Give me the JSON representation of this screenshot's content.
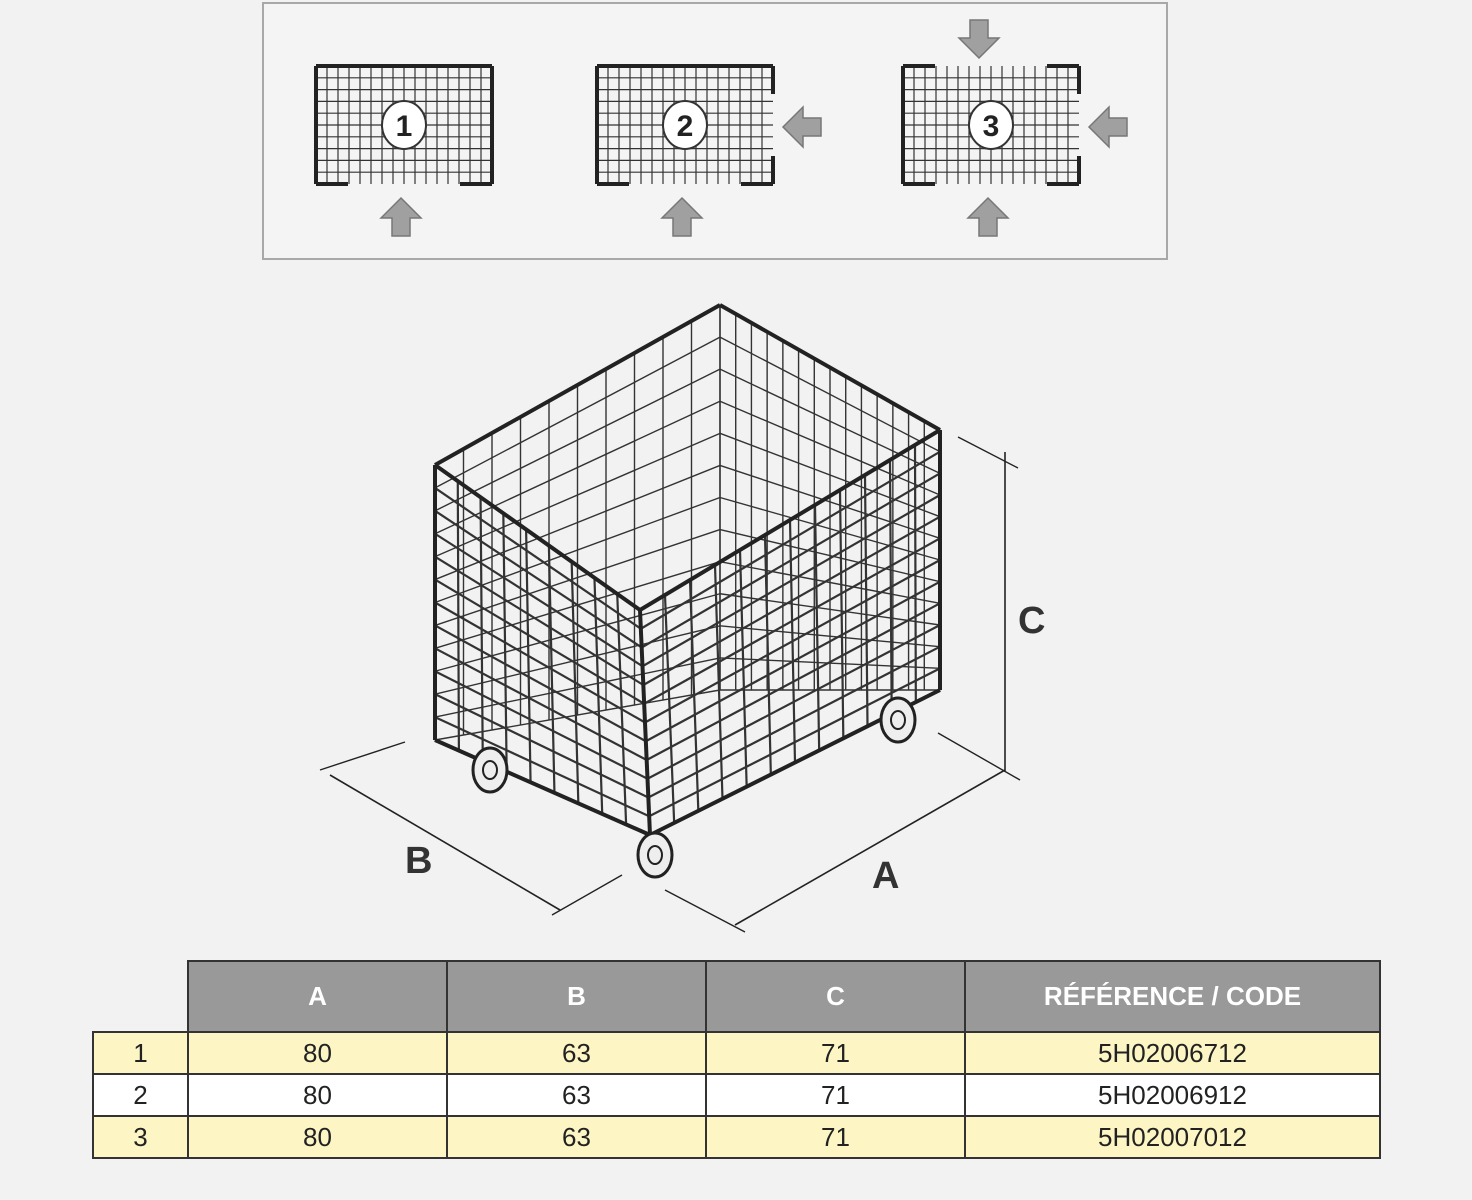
{
  "configurations": [
    {
      "number": "1",
      "openings": [
        "bottom"
      ]
    },
    {
      "number": "2",
      "openings": [
        "bottom",
        "right"
      ]
    },
    {
      "number": "3",
      "openings": [
        "bottom",
        "right",
        "top"
      ]
    }
  ],
  "dimension_labels": {
    "a": "A",
    "b": "B",
    "c": "C"
  },
  "table": {
    "headers": [
      "A",
      "B",
      "C",
      "RÉFÉRENCE / CODE"
    ],
    "rows": [
      {
        "index": "1",
        "a": "80",
        "b": "63",
        "c": "71",
        "code": "5H02006712"
      },
      {
        "index": "2",
        "a": "80",
        "b": "63",
        "c": "71",
        "code": "5H02006912"
      },
      {
        "index": "3",
        "a": "80",
        "b": "63",
        "c": "71",
        "code": "5H02007012"
      }
    ]
  },
  "colors": {
    "header_bg": "#999999",
    "highlight_row": "#fdf6c4",
    "arrow": "#a0a0a0"
  }
}
